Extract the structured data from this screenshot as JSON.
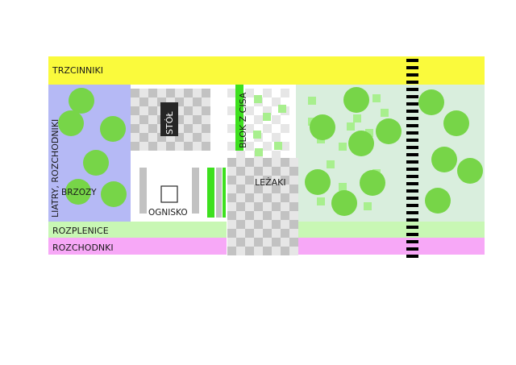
{
  "labels": {
    "trzcinniki": "TRZCINNIKI",
    "liatry": "LIATRY, ROZCHODNIKI",
    "brzozy": "BRZOZY",
    "stol": "STÓŁ",
    "blok": "BLOK Z CISA",
    "lezaki": "LEŻAKI",
    "ognisko": "OGNISKO",
    "rozplenice": "ROZPLENICE",
    "rozchodnki": "ROZCHODNKI"
  },
  "colors": {
    "trzcinniki": "#fafa3c",
    "liatry": "#b5b9f5",
    "rozplenice": "#c8f7b4",
    "rozchodnki": "#f7a8f7",
    "meadow": "#d9eedd",
    "tree": "#77d548",
    "tree_stroke": "#5cc133",
    "light_square": "#a8ef8e",
    "bright_green": "#3de01e",
    "paving": "#c2c2c2",
    "paving_light": "#e6e6e6",
    "dark": "#262626",
    "rail": "#000000"
  }
}
